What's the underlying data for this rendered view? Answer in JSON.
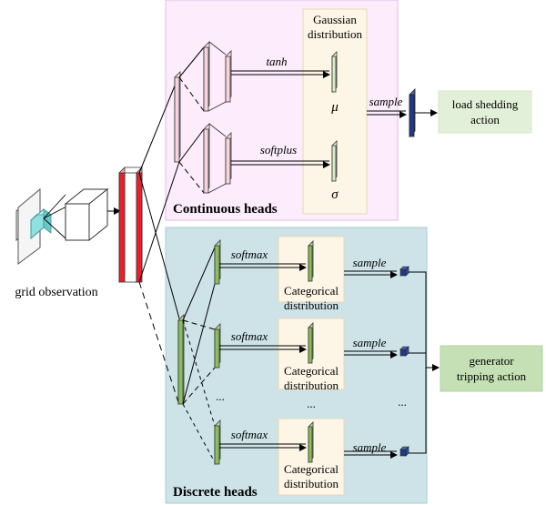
{
  "input": {
    "label": "grid observation"
  },
  "continuous": {
    "panel_label": "Continuous heads",
    "distribution_label_line1": "Gaussian",
    "distribution_label_line2": "distribution",
    "tanh_label": "tanh",
    "softplus_label": "softplus",
    "mu_symbol": "μ",
    "sigma_symbol": "σ",
    "sample_label": "sample",
    "output_line1": "load shedding",
    "output_line2": "action"
  },
  "discrete": {
    "panel_label": "Discrete heads",
    "softmax_label": "softmax",
    "sample_label": "sample",
    "dist_line1": "Categorical",
    "dist_line2": "distribution",
    "ellipsis": "...",
    "output_line1": "generator",
    "output_line2": "tripping action"
  },
  "colors": {
    "continuous_panel": "#fcecfc",
    "discrete_panel": "#cde3e8",
    "distribution_box": "#fdf5e6",
    "output_box": "#e2f0d9",
    "generator_box": "#c5e0b4",
    "red_layer": "#e8202a",
    "pink_layer": "#f7d4dc",
    "green_layer": "#8bbf5c",
    "light_green_layer": "#d6ecc6",
    "blue_sample": "#1f3d87",
    "cyan_filter": "#8fe0e0"
  }
}
